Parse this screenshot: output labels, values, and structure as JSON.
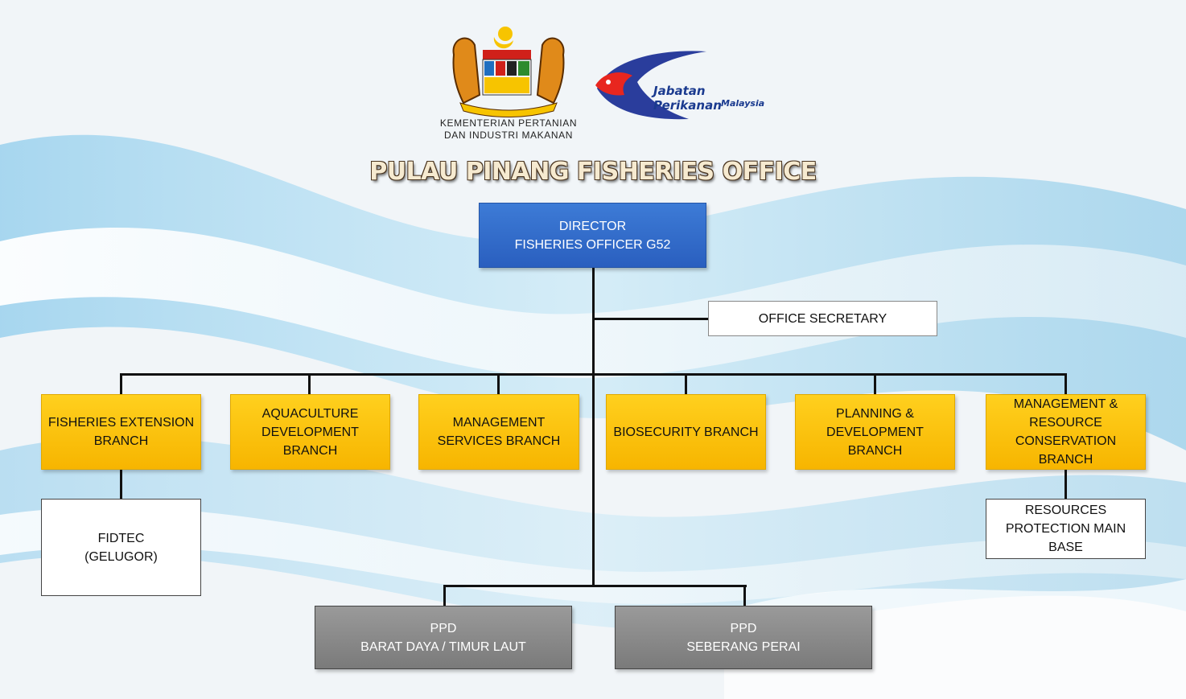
{
  "header": {
    "ministry_line1": "KEMENTERIAN PERTANIAN",
    "ministry_line2": "DAN INDUSTRI MAKANAN",
    "department_name": "Jabatan Perikanan",
    "department_country": "Malaysia",
    "crest_icon": "malaysia-coat-of-arms-icon",
    "department_logo_icon": "fish-logo-icon"
  },
  "title": "PULAU PINANG FISHERIES OFFICE",
  "colors": {
    "director": "#2f67c9",
    "branch": "#fbc20d",
    "district": "#8a8a8a",
    "connector": "#111111"
  },
  "chart": {
    "director": {
      "line1": "DIRECTOR",
      "line2": "FISHERIES OFFICER G52"
    },
    "secretary": "OFFICE SECRETARY",
    "branches": [
      {
        "lines": [
          "FISHERIES EXTENSION",
          "BRANCH"
        ]
      },
      {
        "lines": [
          "AQUACULTURE",
          "DEVELOPMENT",
          "BRANCH"
        ]
      },
      {
        "lines": [
          "MANAGEMENT",
          "SERVICES BRANCH"
        ]
      },
      {
        "lines": [
          "BIOSECURITY BRANCH"
        ]
      },
      {
        "lines": [
          "PLANNING &",
          "DEVELOPMENT",
          "BRANCH"
        ]
      },
      {
        "lines": [
          "MANAGEMENT &",
          "RESOURCE",
          "CONSERVATION",
          "BRANCH"
        ]
      }
    ],
    "fidtec": {
      "line1": "FIDTEC",
      "line2": "(GELUGOR)"
    },
    "resources": {
      "lines": [
        "RESOURCES",
        "PROTECTION MAIN",
        "BASE"
      ]
    },
    "ppd": [
      {
        "line1": "PPD",
        "line2": "BARAT DAYA / TIMUR LAUT"
      },
      {
        "line1": "PPD",
        "line2": "SEBERANG PERAI"
      }
    ]
  }
}
